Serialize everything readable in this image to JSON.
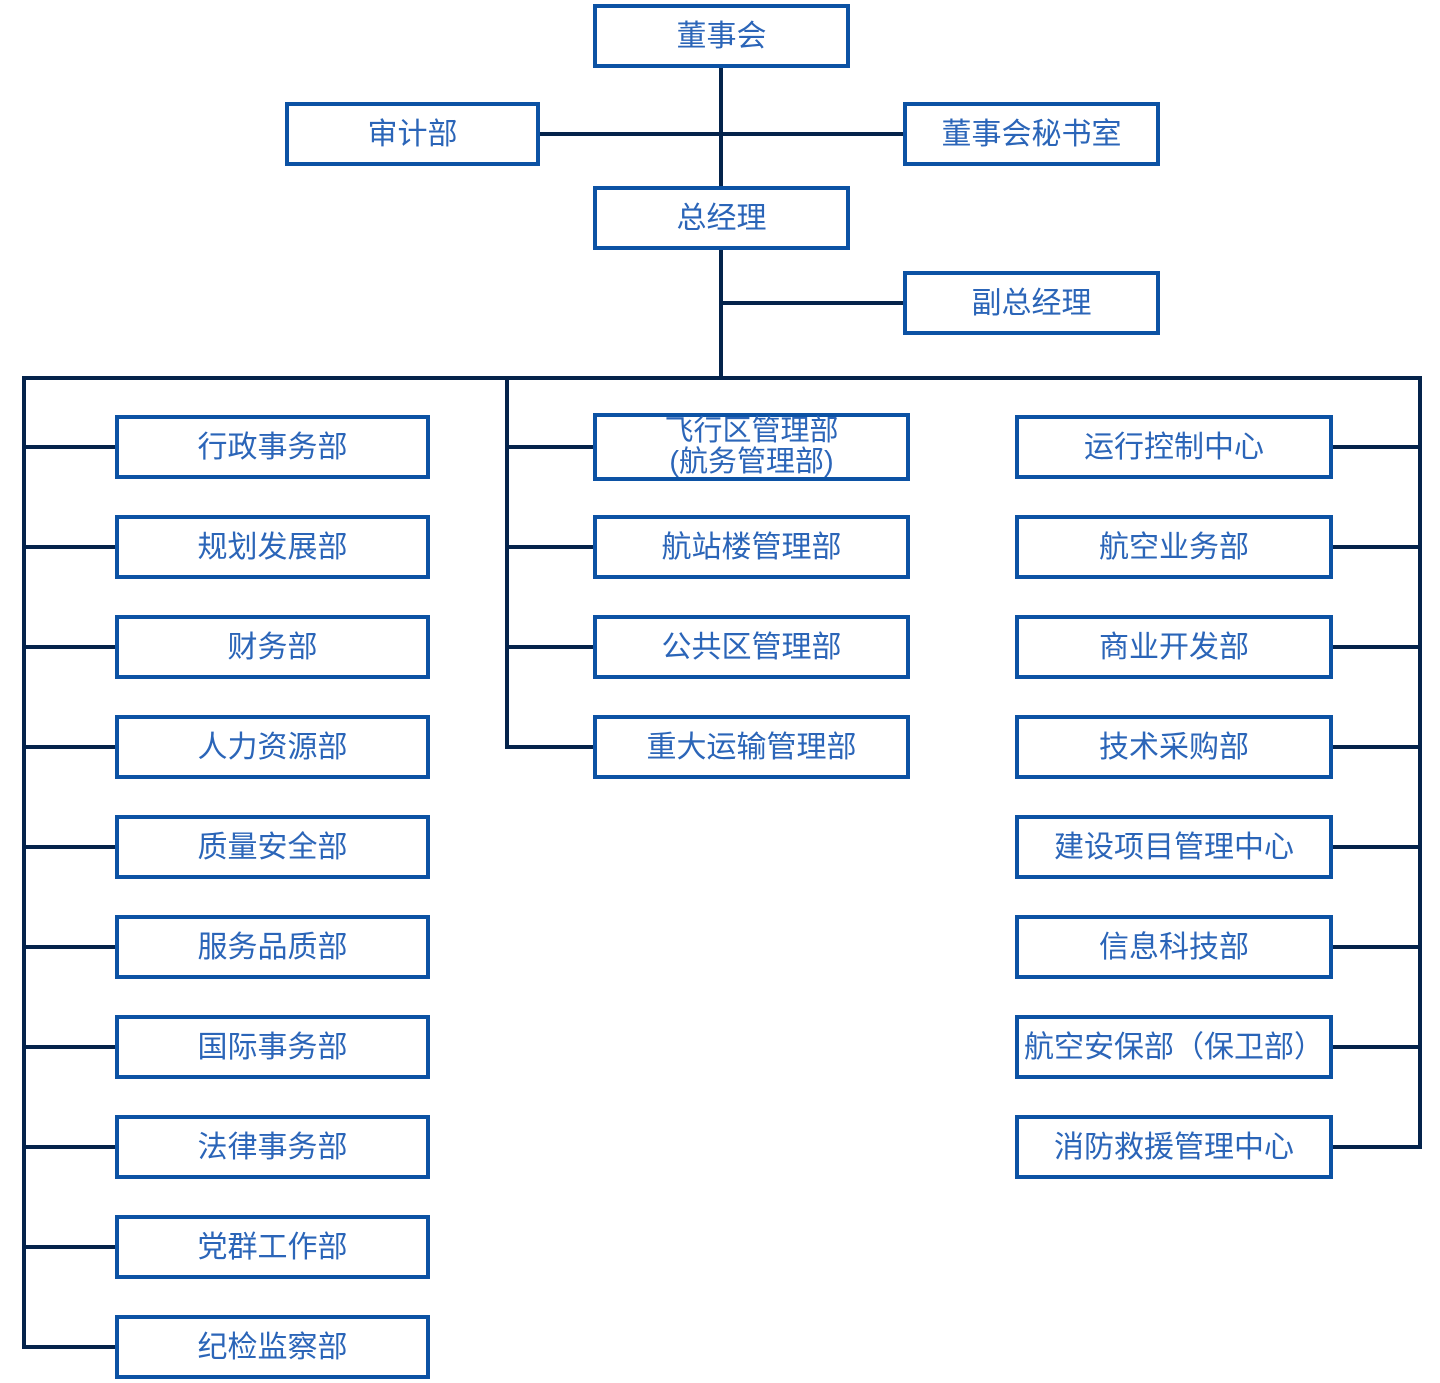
{
  "org": {
    "root": {
      "id": "board",
      "label": "董事会"
    },
    "board_attachments": [
      {
        "id": "audit",
        "label": "审计部"
      },
      {
        "id": "board_secretary",
        "label": "董事会秘书室"
      }
    ],
    "general_manager": {
      "id": "general_manager",
      "label": "总经理"
    },
    "gm_attachment": {
      "id": "deputy_general_manager",
      "label": "副总经理"
    },
    "columns": [
      {
        "name": "left",
        "items": [
          {
            "label": "行政事务部"
          },
          {
            "label": "规划发展部"
          },
          {
            "label": "财务部"
          },
          {
            "label": "人力资源部"
          },
          {
            "label": "质量安全部"
          },
          {
            "label": "服务品质部"
          },
          {
            "label": "国际事务部"
          },
          {
            "label": "法律事务部"
          },
          {
            "label": "党群工作部"
          },
          {
            "label": "纪检监察部"
          }
        ]
      },
      {
        "name": "middle",
        "items": [
          {
            "label": "飞行区管理部",
            "label2": "(航务管理部)"
          },
          {
            "label": "航站楼管理部"
          },
          {
            "label": "公共区管理部"
          },
          {
            "label": "重大运输管理部"
          }
        ]
      },
      {
        "name": "right",
        "items": [
          {
            "label": "运行控制中心"
          },
          {
            "label": "航空业务部"
          },
          {
            "label": "商业开发部"
          },
          {
            "label": "技术采购部"
          },
          {
            "label": "建设项目管理中心"
          },
          {
            "label": "信息科技部"
          },
          {
            "label": "航空安保部（保卫部）"
          },
          {
            "label": "消防救援管理中心"
          }
        ]
      }
    ]
  },
  "colors": {
    "box_border": "#0c52a4",
    "box_text": "#2b65b8",
    "connector": "#04234b",
    "background": "#ffffff"
  }
}
